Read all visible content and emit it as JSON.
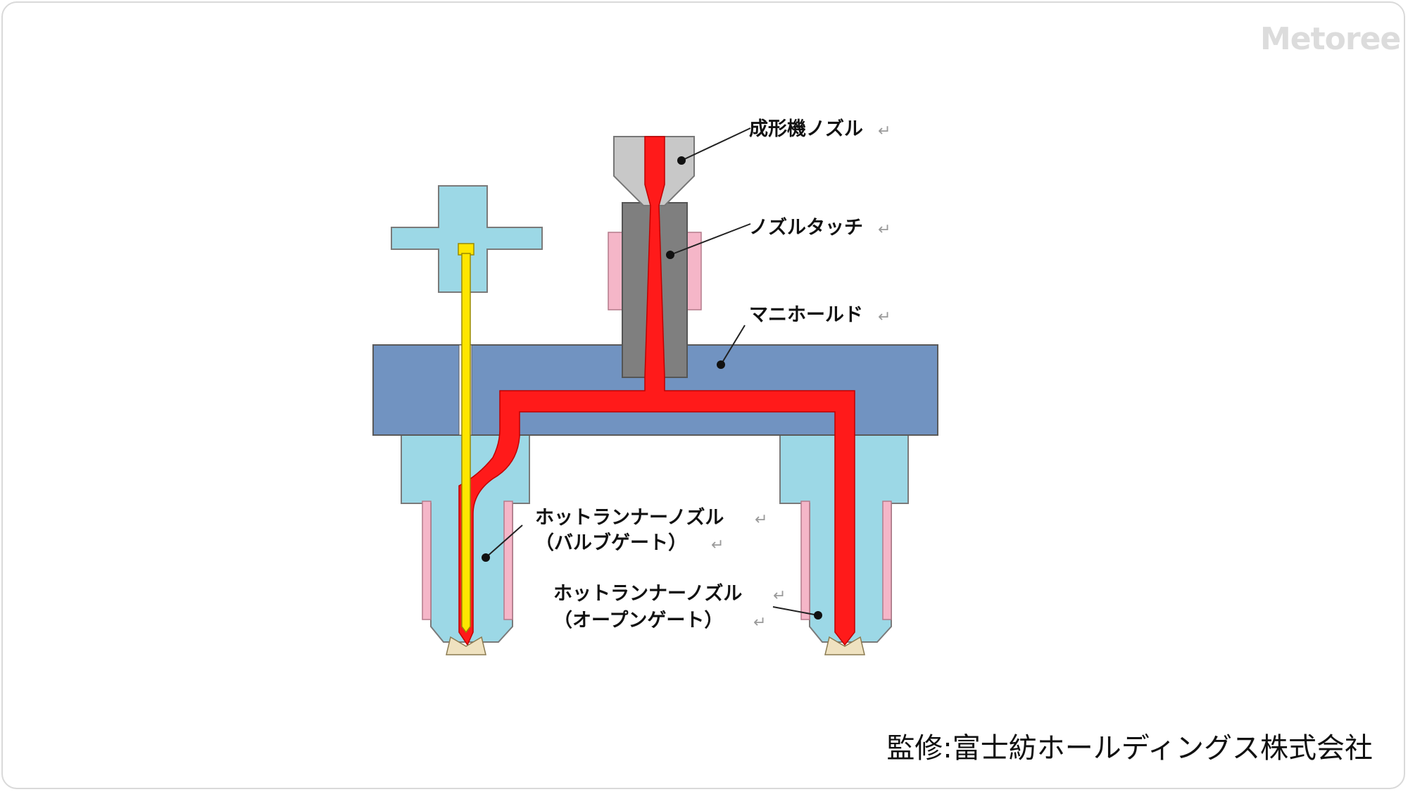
{
  "brand": "Metoree",
  "credit": "監修:富士紡ホールディングス株式会社",
  "colors": {
    "manifold": "#7193c1",
    "light_blue": "#9cd8e6",
    "nozzle_gray": "#c8c8c8",
    "touch_gray": "#7f7f7f",
    "resin_red": "#ff1a1a",
    "valve_pin": "#ffe600",
    "heater_pink": "#f5b6c8",
    "gate_tip": "#efe2c0"
  },
  "labels": {
    "machine_nozzle": "成形機ノズル",
    "nozzle_touch": "ノズルタッチ",
    "manifold": "マニホールド",
    "valve_gate_line1": "ホットランナーノズル",
    "valve_gate_line2": "（バルブゲート）",
    "open_gate_line1": "ホットランナーノズル",
    "open_gate_line2": "（オープンゲート）"
  },
  "return_mark": "↵"
}
